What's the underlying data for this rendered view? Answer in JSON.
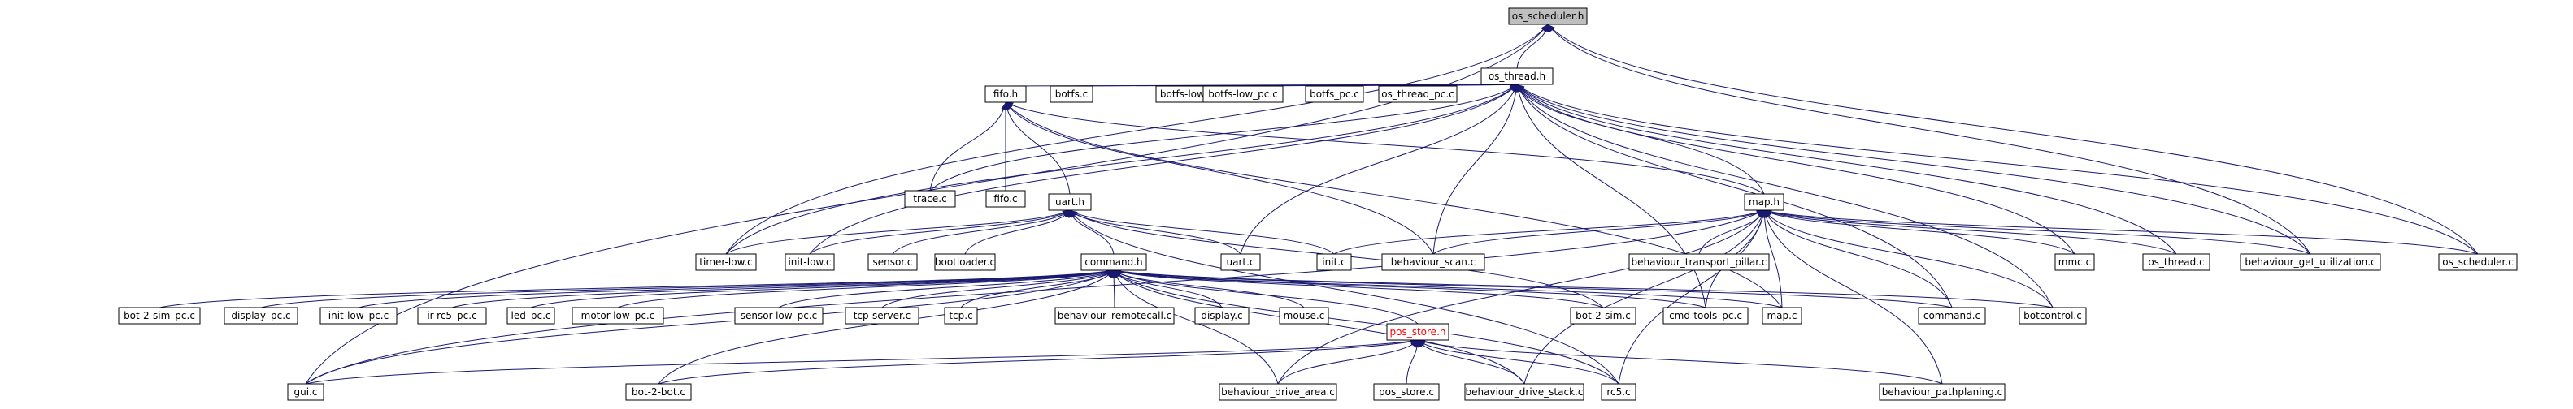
{
  "graph": {
    "nodes": [
      {
        "id": "os_scheduler_h",
        "label": "os_scheduler.h",
        "highlight": true
      },
      {
        "id": "os_thread_h",
        "label": "os_thread.h"
      },
      {
        "id": "fifo_h",
        "label": "fifo.h"
      },
      {
        "id": "botfs_c",
        "label": "botfs.c"
      },
      {
        "id": "botfs_low_c",
        "label": "botfs-low.c"
      },
      {
        "id": "botfs_low_pc_c",
        "label": "botfs-low_pc.c"
      },
      {
        "id": "botfs_pc_c",
        "label": "botfs_pc.c"
      },
      {
        "id": "os_thread_pc_c",
        "label": "os_thread_pc.c"
      },
      {
        "id": "trace_c",
        "label": "trace.c"
      },
      {
        "id": "fifo_c",
        "label": "fifo.c"
      },
      {
        "id": "uart_h",
        "label": "uart.h"
      },
      {
        "id": "map_h",
        "label": "map.h"
      },
      {
        "id": "timer_low_c",
        "label": "timer-low.c"
      },
      {
        "id": "init_low_c",
        "label": "init-low.c"
      },
      {
        "id": "sensor_c",
        "label": "sensor.c"
      },
      {
        "id": "bootloader_c",
        "label": "bootloader.c"
      },
      {
        "id": "uart_c",
        "label": "uart.c"
      },
      {
        "id": "init_c",
        "label": "init.c"
      },
      {
        "id": "behaviour_scan_c",
        "label": "behaviour_scan.c"
      },
      {
        "id": "behaviour_transport_pillar_c",
        "label": "behaviour_transport_pillar.c"
      },
      {
        "id": "mmc_c",
        "label": "mmc.c"
      },
      {
        "id": "os_thread_c",
        "label": "os_thread.c"
      },
      {
        "id": "behaviour_get_utilization_c",
        "label": "behaviour_get_utilization.c"
      },
      {
        "id": "os_scheduler_c",
        "label": "os_scheduler.c"
      },
      {
        "id": "command_h",
        "label": "command.h"
      },
      {
        "id": "bot_2_sim_pc_c",
        "label": "bot-2-sim_pc.c"
      },
      {
        "id": "display_pc_c",
        "label": "display_pc.c"
      },
      {
        "id": "init_low_pc_c",
        "label": "init-low_pc.c"
      },
      {
        "id": "ir_rc5_pc_c",
        "label": "ir-rc5_pc.c"
      },
      {
        "id": "led_pc_c",
        "label": "led_pc.c"
      },
      {
        "id": "motor_low_pc_c",
        "label": "motor-low_pc.c"
      },
      {
        "id": "sensor_low_pc_c",
        "label": "sensor-low_pc.c"
      },
      {
        "id": "tcp_server_c",
        "label": "tcp-server.c"
      },
      {
        "id": "tcp_c",
        "label": "tcp.c"
      },
      {
        "id": "behaviour_remotecall_c",
        "label": "behaviour_remotecall.c"
      },
      {
        "id": "display_c",
        "label": "display.c"
      },
      {
        "id": "mouse_c",
        "label": "mouse.c"
      },
      {
        "id": "bot_2_sim_c",
        "label": "bot-2-sim.c"
      },
      {
        "id": "cmd_tools_pc_c",
        "label": "cmd-tools_pc.c"
      },
      {
        "id": "map_c",
        "label": "map.c"
      },
      {
        "id": "command_c",
        "label": "command.c"
      },
      {
        "id": "botcontrol_c",
        "label": "botcontrol.c"
      },
      {
        "id": "pos_store_h",
        "label": "pos_store.h",
        "red": true
      },
      {
        "id": "gui_c",
        "label": "gui.c"
      },
      {
        "id": "bot_2_bot_c",
        "label": "bot-2-bot.c"
      },
      {
        "id": "behaviour_drive_area_c",
        "label": "behaviour_drive_area.c"
      },
      {
        "id": "pos_store_c",
        "label": "pos_store.c"
      },
      {
        "id": "behaviour_drive_stack_c",
        "label": "behaviour_drive_stack.c"
      },
      {
        "id": "rc5_c",
        "label": "rc5.c"
      },
      {
        "id": "behaviour_pathplaning_c",
        "label": "behaviour_pathplaning.c"
      }
    ]
  }
}
